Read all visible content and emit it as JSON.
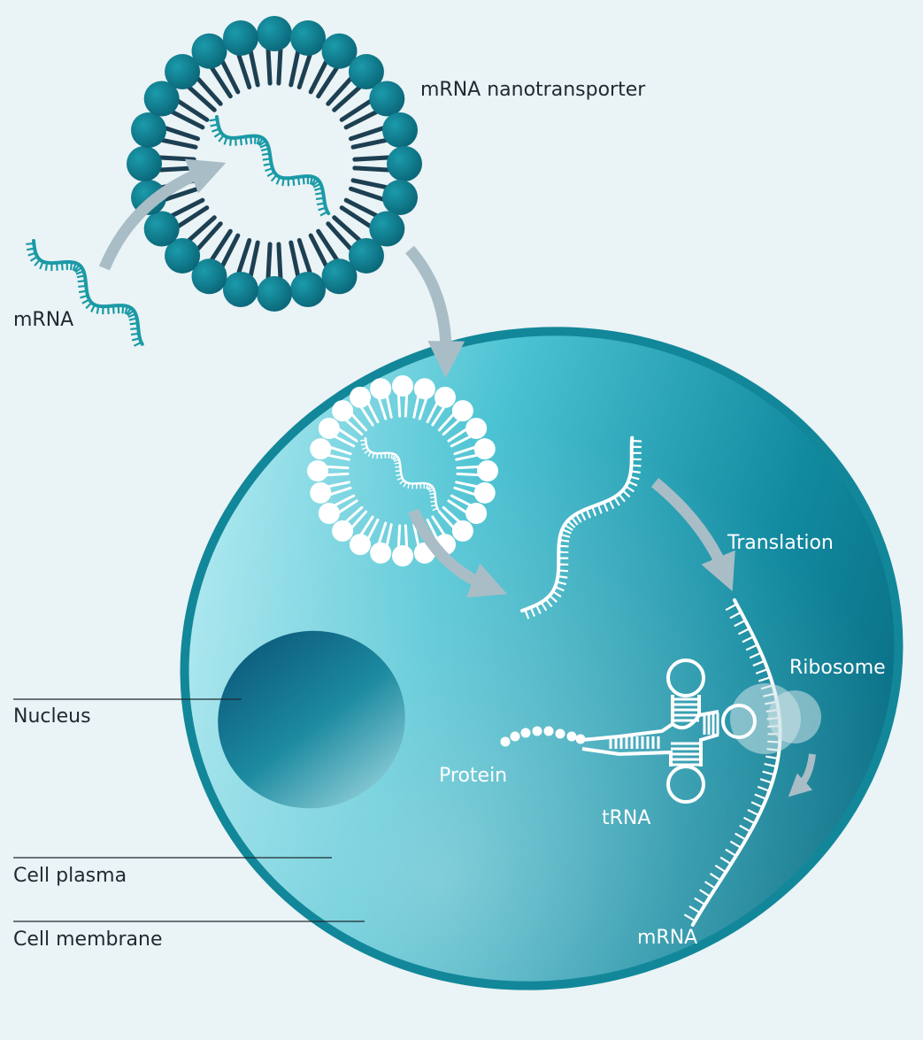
{
  "labels": {
    "nanotransporter": "mRNA nanotransporter",
    "mrna_outside": "mRNA",
    "translation": "Translation",
    "ribosome": "Ribosome",
    "protein": "Protein",
    "trna": "tRNA",
    "mrna_inside": "mRNA",
    "nucleus": "Nucleus",
    "cell_plasma": "Cell plasma",
    "cell_membrane": "Cell membrane"
  },
  "colors": {
    "background": "#eaf3f5",
    "lipid_head": "#0e7e8f",
    "lipid_tail": "#1d3f52",
    "rna_strand": "#1a9aa6",
    "arrow": "#a9bdc7",
    "cell_membrane": "#12879a",
    "cell_plasma_light": "#a8e6ee",
    "cell_plasma_dark": "#0b6f84",
    "nucleus": "#1b6f8a"
  }
}
